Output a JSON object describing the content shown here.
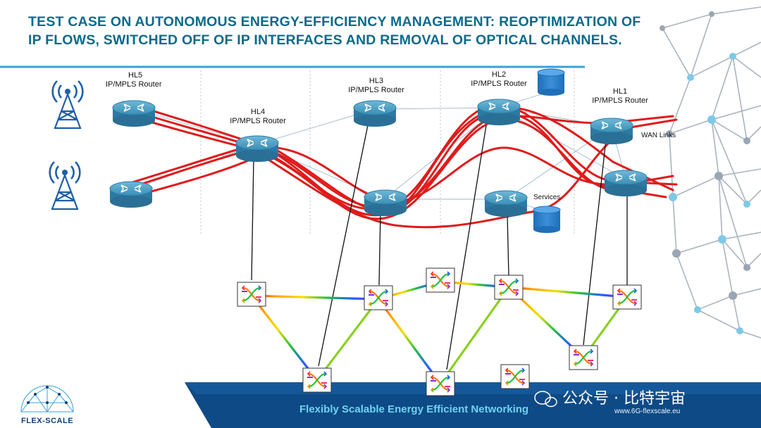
{
  "title": {
    "line1": "TEST CASE ON AUTONOMOUS ENERGY-EFFICIENCY MANAGEMENT: REOPTIMIZATION OF",
    "line2": "IP FLOWS, SWITCHED OFF OF IP INTERFACES AND REMOVAL OF OPTICAL CHANNELS."
  },
  "routers": {
    "hl5": {
      "name": "HL5",
      "type": "IP/MPLS Router"
    },
    "hl4": {
      "name": "HL4",
      "type": "IP/MPLS Router"
    },
    "hl3": {
      "name": "HL3",
      "type": "IP/MPLS Router"
    },
    "hl2": {
      "name": "HL2",
      "type": "IP/MPLS Router"
    },
    "hl1": {
      "name": "HL1",
      "type": "IP/MPLS Router"
    }
  },
  "labels": {
    "wan_links": "WAN Links",
    "services": "Services"
  },
  "footer": {
    "tagline": "Flexibly Scalable Energy Efficient Networking",
    "website": "www.6G-flexscale.eu",
    "watermark": "公众号 · 比特宇宙",
    "brand": "FLEX-SCALE"
  },
  "colors": {
    "title": "#0d6a8a",
    "ip_flow": "#e01b1b",
    "router": "#3a8fb6",
    "footer_band": "#0e4a86",
    "accent_rule": "#3aa0d8"
  }
}
